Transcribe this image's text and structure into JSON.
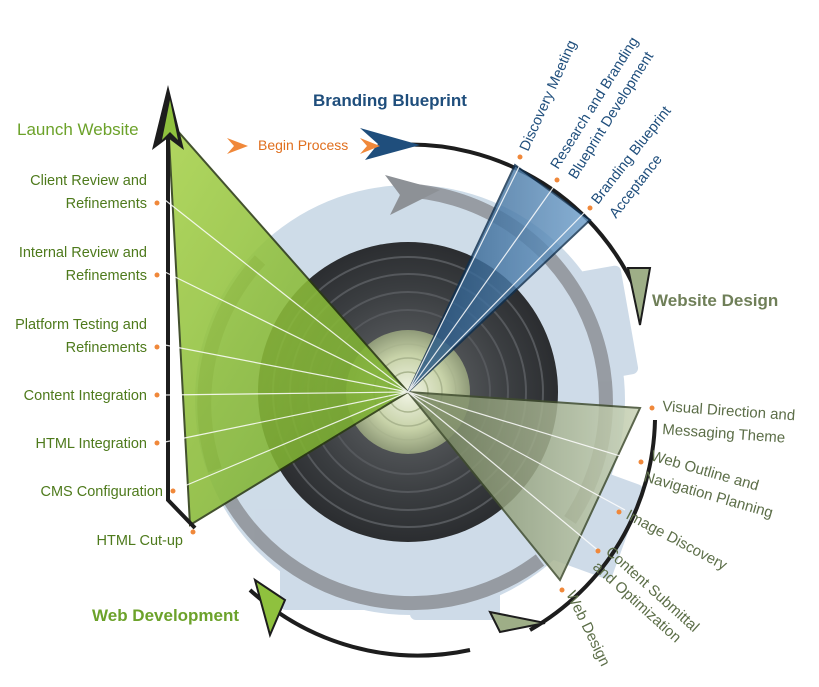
{
  "begin_label": "Begin Process",
  "phases": {
    "branding": "Branding Blueprint",
    "website_design": "Website Design",
    "web_development": "Web Development",
    "launch": "Launch Website"
  },
  "branding_steps": {
    "s1": "Discovery Meeting",
    "s2_line1": "Research and Branding",
    "s2_line2": "Blueprint Development",
    "s3_line1": "Branding Blueprint",
    "s3_line2": "Acceptance"
  },
  "design_steps": {
    "s1_line1": "Visual Direction and",
    "s1_line2": "Messaging Theme",
    "s2_line1": "Web Outline and",
    "s2_line2": "Navigation Planning",
    "s3": "Image Discovery",
    "s4_line1": "Content Submittal",
    "s4_line2": "and Optimization",
    "s5": "Web Design"
  },
  "development_steps": {
    "s1_line1": "Client Review and",
    "s1_line2": "Refinements",
    "s2_line1": "Internal Review and",
    "s2_line2": "Refinements",
    "s3_line1": "Platform Testing and",
    "s3_line2": "Refinements",
    "s4": "Content Integration",
    "s5": "HTML Integration",
    "s6": "CMS Configuration",
    "s7": "HTML Cut-up"
  },
  "colors": {
    "green": "#8fc13e",
    "green_dark": "#4e7a1c",
    "blue": "#1f4e7c",
    "blue_light": "#5e8fbd",
    "sage": "#9eae87",
    "sage_dark": "#5c6e48",
    "orange": "#f0883a",
    "gear": "#c7d6e4",
    "disk": "#3a3d40"
  }
}
